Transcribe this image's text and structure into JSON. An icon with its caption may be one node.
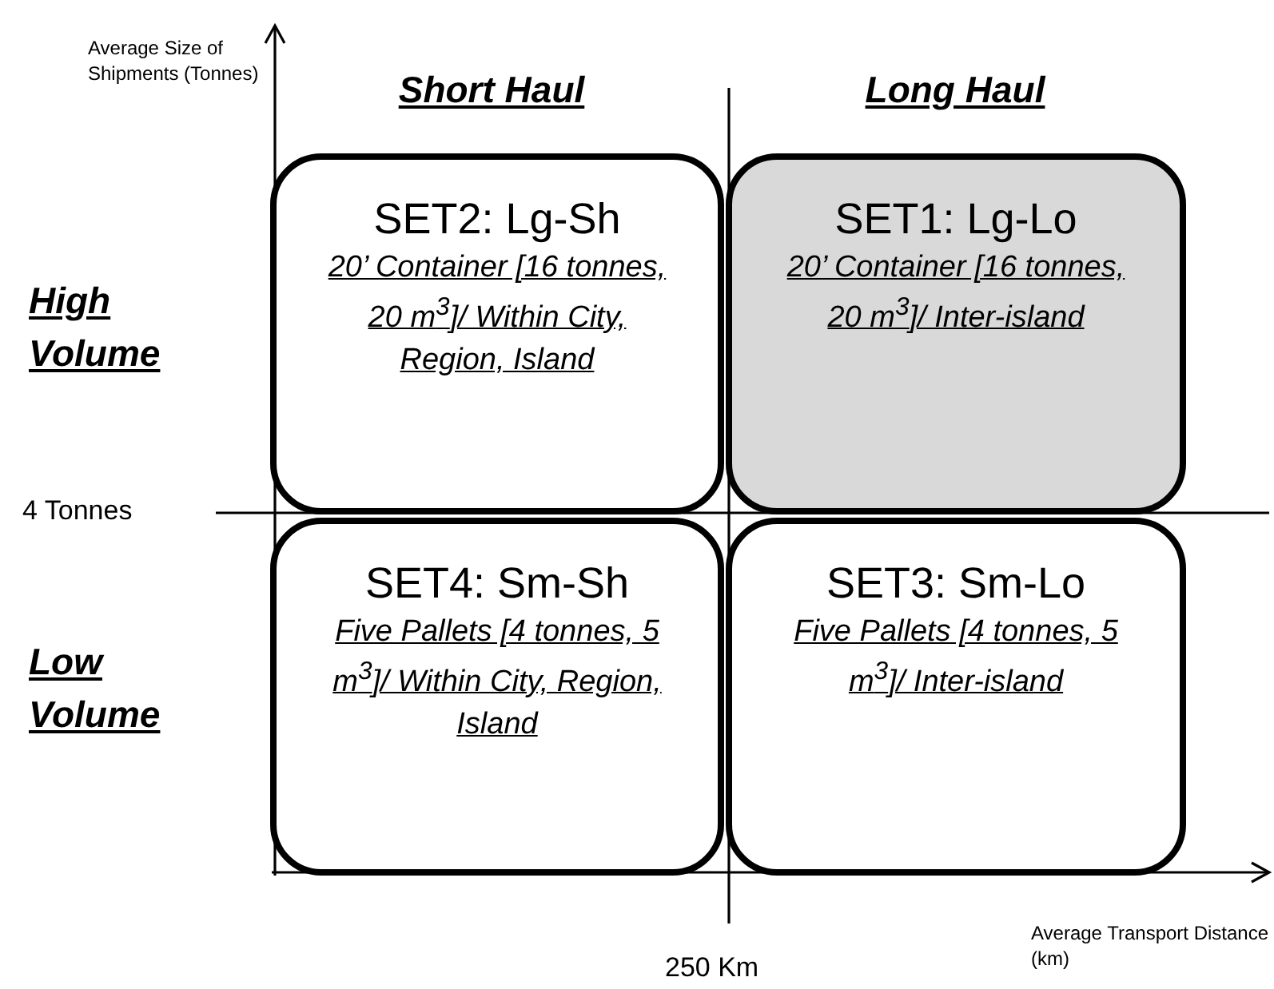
{
  "diagram": {
    "nodes": [
      {
        "text": [
          "SET2: Lg-Sh",
          "20’ Container [16 tonnes, 20 m$^{3}$]/ Within City, Region, Island"
        ]
      },
      {
        "text": [
          "SET1: Lg-Lo",
          "20’ Container [16 tonnes, 20 m$^{3}$]/ Inter-island"
        ]
      },
      {
        "text": [
          "SET4: Sm-Sh",
          "Five Pallets [4 tonnes, 5 m$^{3}$]/ Within City, Region, Island"
        ]
      },
      {
        "text": [
          "SET3: Sm-Lo",
          "Five Pallets [4 tonnes, 5 m$^{3}$]/ Inter-island"
        ]
      }
    ],
    "labels": [
      "Average Size of Shipments (Tonnes)",
      "Short Haul",
      "Long Haul",
      "High Volume",
      "4 Tonnes",
      "Low Volume",
      "250 Km",
      "Average Transport Distance (km)"
    ]
  }
}
